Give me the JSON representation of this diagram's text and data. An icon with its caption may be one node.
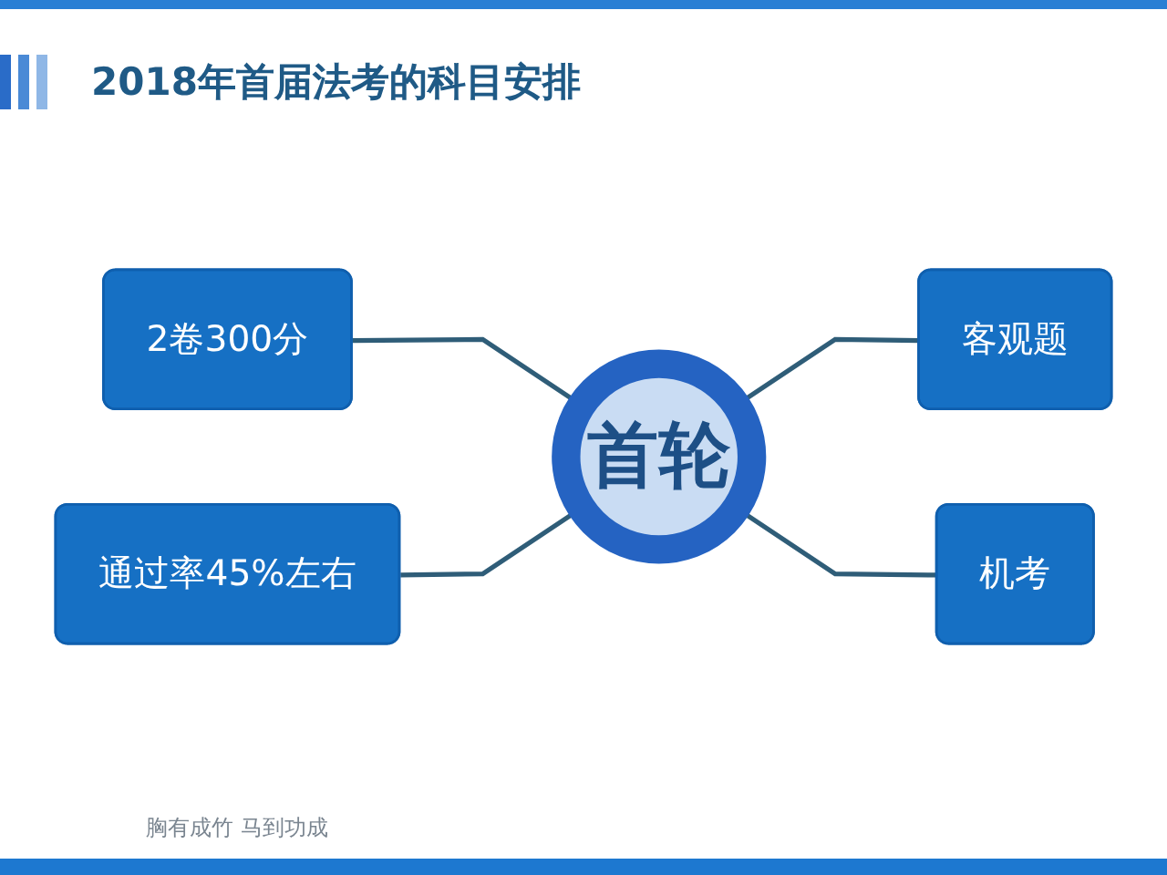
{
  "diagram": {
    "title": "2018年首届法考的科目安排",
    "nodes": [
      {
        "text": [
          "2卷300分"
        ]
      },
      {
        "text": [
          "通过率45%左右"
        ]
      },
      {
        "text": [
          "首轮"
        ]
      },
      {
        "text": [
          "客观题"
        ]
      },
      {
        "text": [
          "机考"
        ]
      }
    ],
    "edges": [
      {
        "from": 0,
        "to": 2,
        "arrow": "none"
      },
      {
        "from": 1,
        "to": 2,
        "arrow": "none"
      },
      {
        "from": 2,
        "to": 3,
        "arrow": "none"
      },
      {
        "from": 2,
        "to": 4,
        "arrow": "none"
      }
    ],
    "labels": [
      "胸有成竹 马到功成"
    ]
  }
}
